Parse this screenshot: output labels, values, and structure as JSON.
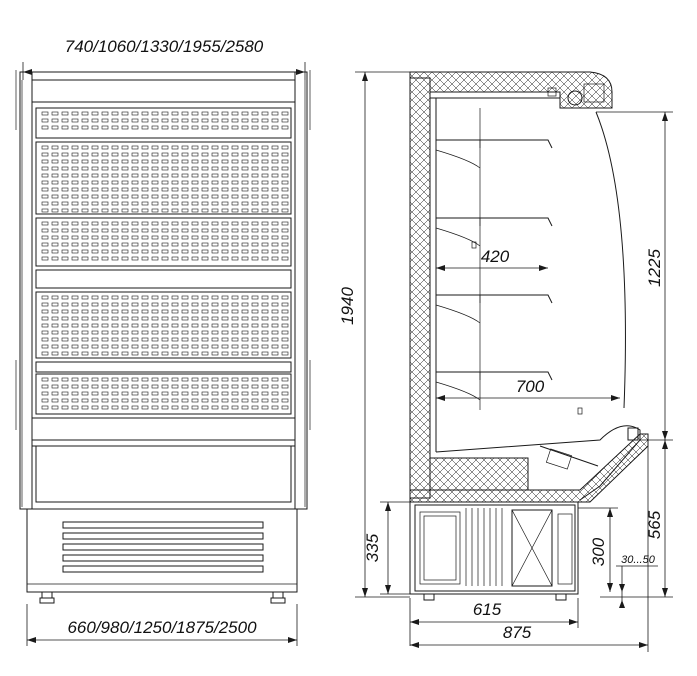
{
  "front_view": {
    "width_top_label": "740/1060/1330/1955/2580",
    "width_bottom_label": "660/980/1250/1875/2500"
  },
  "side_view": {
    "height_total": "1940",
    "height_display": "1225",
    "depth_shelf": "420",
    "depth_inner": "700",
    "base_height": "565",
    "machine_height": "335",
    "plinth_height": "300",
    "leg_adjust": "30...50",
    "base_depth": "615",
    "total_depth": "875"
  }
}
